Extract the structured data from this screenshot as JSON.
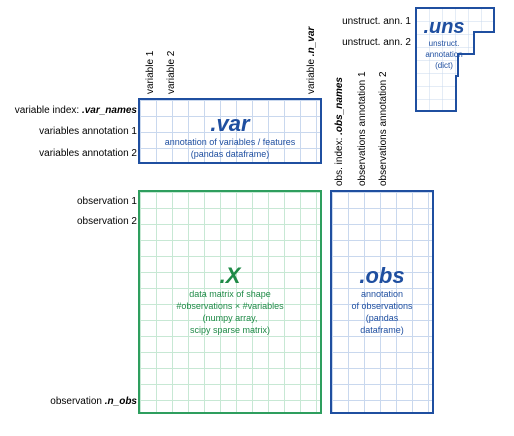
{
  "colors": {
    "var_obs_uns": "#1f4fa0",
    "x": "#1f8a47"
  },
  "left_labels": {
    "var_index_prefix": "variable index: ",
    "var_index_name": ".var_names",
    "var_ann_1": "variables annotation 1",
    "var_ann_2": "variables annotation 2",
    "obs_1": "observation 1",
    "obs_2": "observation 2",
    "obs_n_prefix": "observation ",
    "obs_n_name": ".n_obs"
  },
  "top_labels": {
    "variable_1": "variable 1",
    "variable_2": "variable 2",
    "variable_n_prefix": "variable ",
    "variable_n_name": ".n_var"
  },
  "obs_header": {
    "index_prefix": "obs. index: ",
    "index_name": ".obs_names",
    "ann_1": "observations annotation 1",
    "ann_2": "observations annotation 2"
  },
  "uns_labels": {
    "ann_1": "unstruct. ann. 1",
    "ann_2": "unstruct. ann. 2"
  },
  "var_block": {
    "title": ".var",
    "line1": "annotation of variables / features",
    "line2": "(pandas dataframe)"
  },
  "x_block": {
    "title": ".X",
    "line1": "data matrix of shape",
    "line2": "#observations × #variables",
    "line3": "(numpy array,",
    "line4": "scipy sparse matrix)"
  },
  "obs_block": {
    "title": ".obs",
    "line1": "annotation",
    "line2": "of observations",
    "line3": "(pandas",
    "line4": "dataframe)"
  },
  "uns_block": {
    "title": ".uns",
    "line1": "unstruct.",
    "line2": "annotation",
    "line3": "(dict)"
  }
}
